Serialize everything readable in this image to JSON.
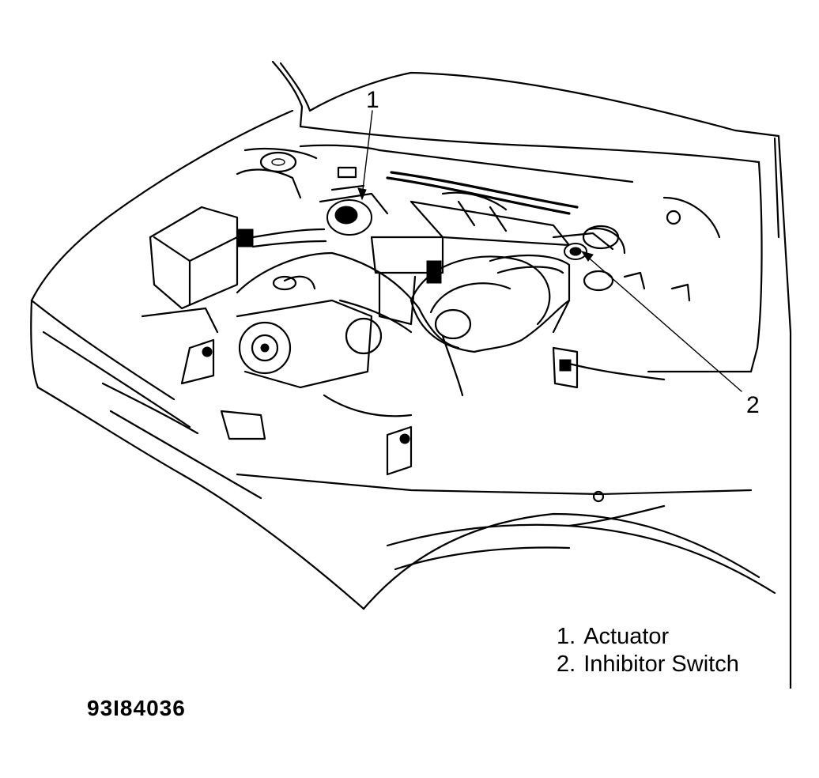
{
  "figure": {
    "id_code": "93I84036",
    "callouts": [
      {
        "number": "1",
        "label": "Actuator"
      },
      {
        "number": "2",
        "label": "Inhibitor Switch"
      }
    ],
    "legend": [
      {
        "number": "1.",
        "label": "Actuator"
      },
      {
        "number": "2.",
        "label": "Inhibitor Switch"
      }
    ]
  },
  "colors": {
    "line": "#000000",
    "background": "#ffffff"
  }
}
